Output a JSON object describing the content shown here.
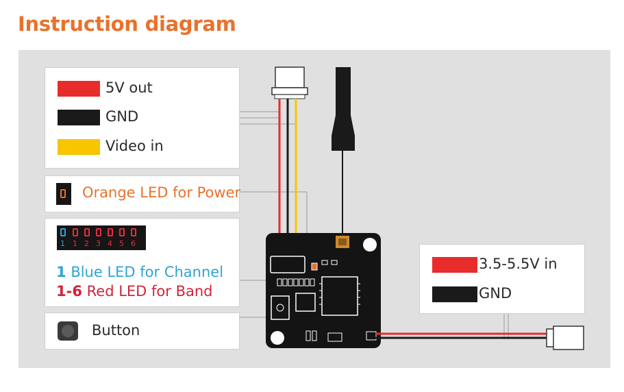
{
  "title": "Instruction diagram",
  "top_legend": {
    "items": [
      {
        "label": "5V out",
        "color": "#e82c2c"
      },
      {
        "label": "GND",
        "color": "#1a1a1a"
      },
      {
        "label": "Video in",
        "color": "#f7c600"
      }
    ]
  },
  "power_led": {
    "label": "Orange LED for Power",
    "color": "#e8722c"
  },
  "channel_leds": {
    "numbers": [
      "1",
      "2",
      "3",
      "4",
      "5",
      "6"
    ],
    "channel_line_num": "1",
    "channel_line_text": "Blue LED for Channel",
    "band_line_num": "1-6",
    "band_line_text": "Red  LED for Band"
  },
  "button": {
    "label": "Button"
  },
  "input_legend": {
    "items": [
      {
        "label": "3.5-5.5V in",
        "color": "#e82c2c"
      },
      {
        "label": "GND",
        "color": "#1a1a1a"
      }
    ]
  }
}
